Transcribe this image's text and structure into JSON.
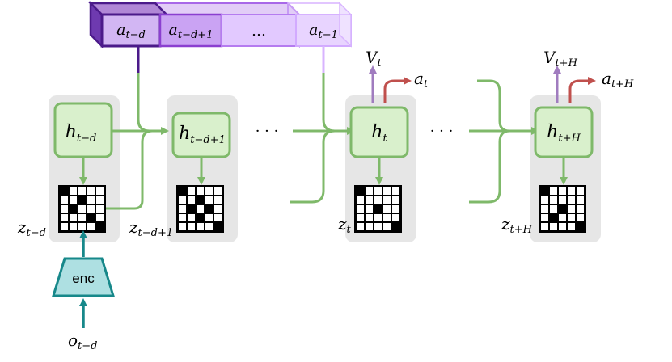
{
  "action_buffer": {
    "cells": [
      {
        "label": "a",
        "sub": "t−d"
      },
      {
        "label": "a",
        "sub": "t−d+1"
      },
      {
        "label": "…",
        "sub": ""
      },
      {
        "label": "a",
        "sub": "t−1"
      }
    ]
  },
  "steps": [
    {
      "h_label": "h",
      "h_sub": "t−d",
      "z_label": "z",
      "z_sub": "t−d"
    },
    {
      "h_label": "h",
      "h_sub": "t−d+1",
      "z_label": "z",
      "z_sub": "t−d+1"
    },
    {
      "h_label": "h",
      "h_sub": "t",
      "z_label": "z",
      "z_sub": "t",
      "v_label": "V",
      "v_sub": "t",
      "a_label": "a",
      "a_sub": "t"
    },
    {
      "h_label": "h",
      "h_sub": "t+H",
      "z_label": "z",
      "z_sub": "t+H",
      "v_label": "V",
      "v_sub": "t+H",
      "a_label": "a",
      "a_sub": "t+H"
    }
  ],
  "dots": [
    "· · ·",
    "· · ·"
  ],
  "encoder": {
    "label": "enc"
  },
  "observation": {
    "label": "o",
    "sub": "t−d"
  },
  "colors": {
    "group_bg": "#e6e6e6",
    "h_fill": "#d9f0cc",
    "green_arrow": "#7fb96a",
    "teal": "#17888a",
    "enc_fill": "#aee0e2",
    "value_arrow": "#a07cbf",
    "action_arrow": "#c0504d",
    "buffer_dark": "#4b1a8a",
    "buffer_mid": "#8b3fd0",
    "buffer_light": "#d8b4ff"
  }
}
